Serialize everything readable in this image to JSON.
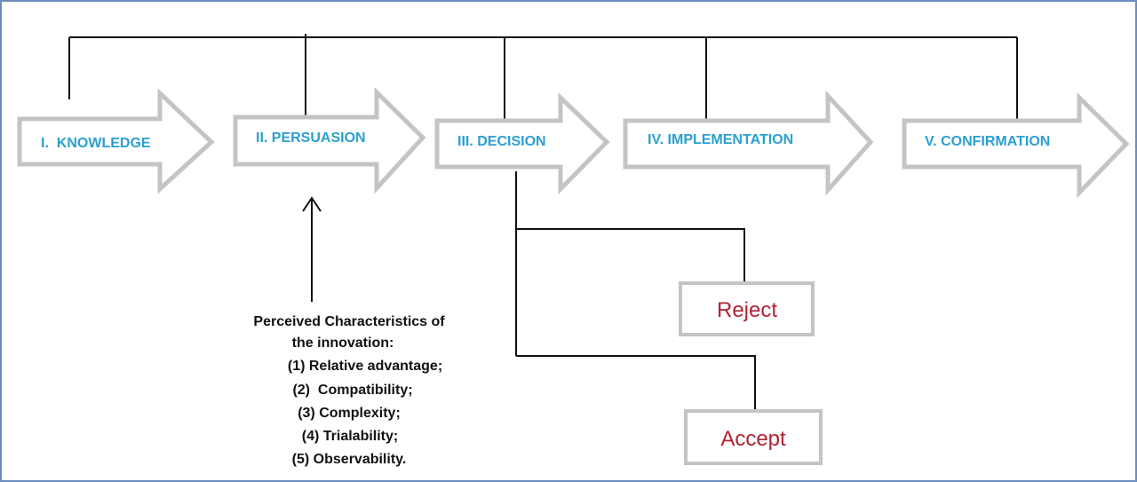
{
  "stages": [
    {
      "id": "knowledge",
      "label": "I.  KNOWLEDGE"
    },
    {
      "id": "persuasion",
      "label": "II. PERSUASION"
    },
    {
      "id": "decision",
      "label": "III. DECISION"
    },
    {
      "id": "implementation",
      "label": "IV. IMPLEMENTATION"
    },
    {
      "id": "confirmation",
      "label": "V. CONFIRMATION"
    }
  ],
  "outcomes": {
    "reject": "Reject",
    "accept": "Accept"
  },
  "characteristics": {
    "heading_line1": "Perceived Characteristics of",
    "heading_line2": "the innovation:",
    "items": [
      "(1) Relative advantage;",
      "(2)  Compatibility;",
      "(3) Complexity;",
      "(4) Trialability;",
      "(5) Observability."
    ]
  },
  "colors": {
    "stage_text": "#2c9fd0",
    "outcome_text": "#b22234",
    "arrow_stroke": "#c4c4c4",
    "frame_border": "#6c8ebf",
    "connector": "#111111"
  }
}
